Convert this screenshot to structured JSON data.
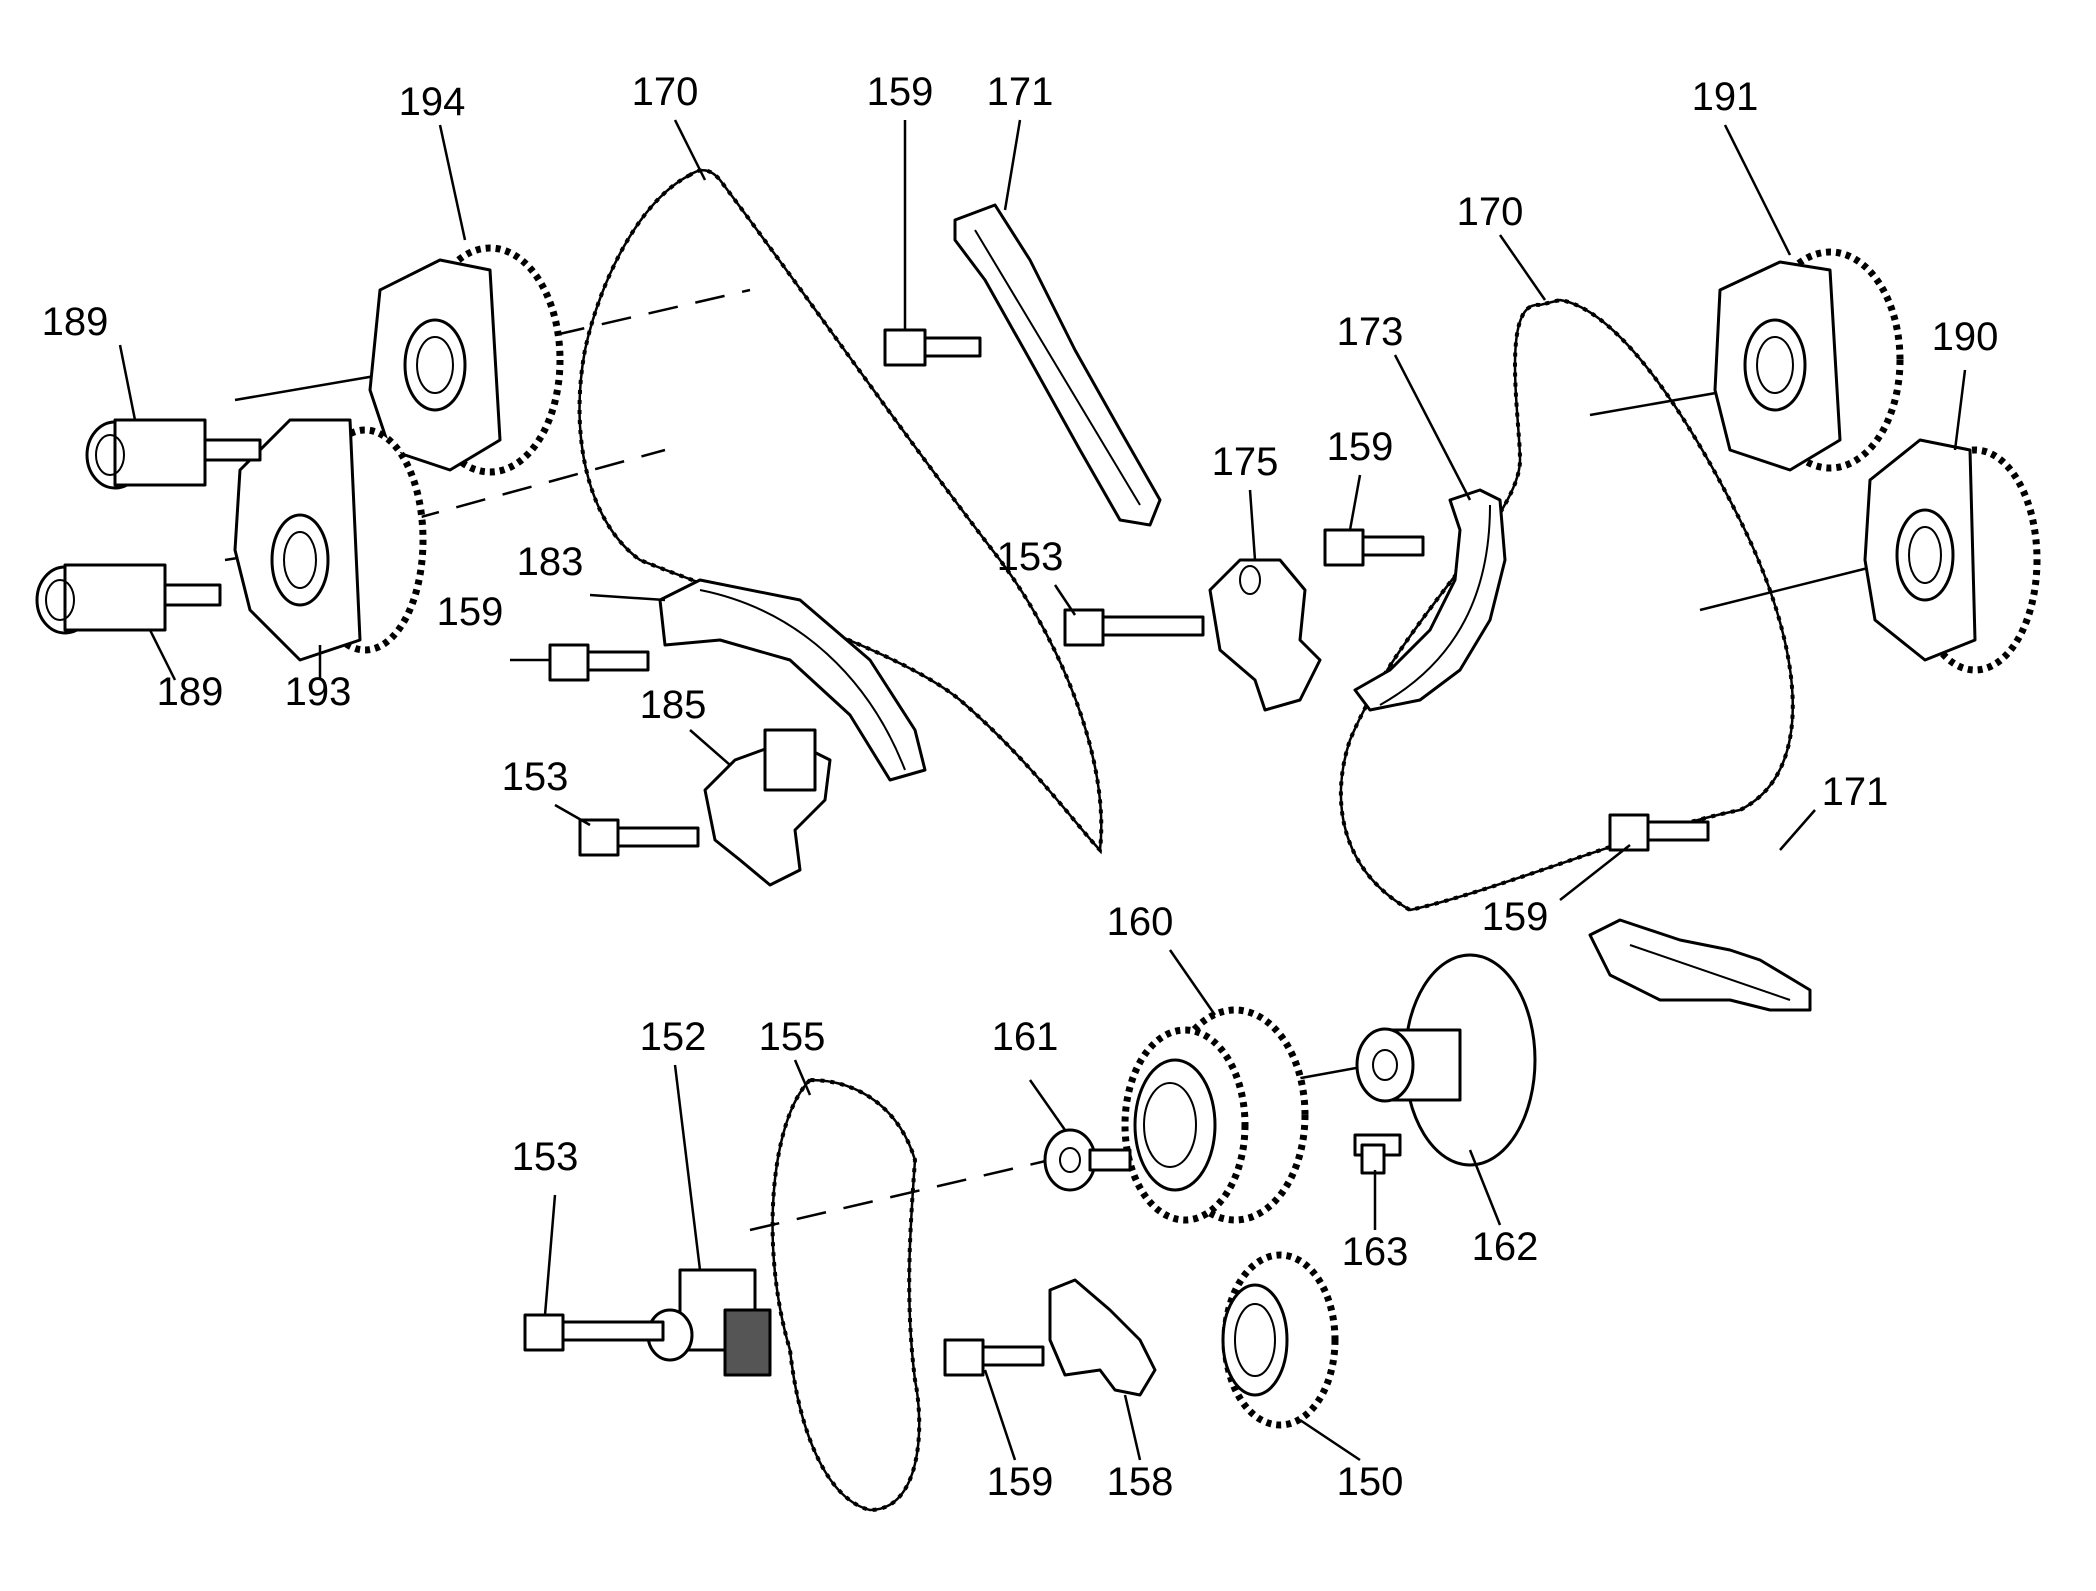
{
  "diagram": {
    "callouts": {
      "p194": "194",
      "p170a": "170",
      "p159a": "159",
      "p171a": "171",
      "p191": "191",
      "p170b": "170",
      "p189a": "189",
      "p173": "173",
      "p190": "190",
      "p175": "175",
      "p159b": "159",
      "p183": "183",
      "p153a": "153",
      "p159c": "159",
      "p189b": "189",
      "p193": "193",
      "p185": "185",
      "p153b": "153",
      "p171b": "171",
      "p159d": "159",
      "p160": "160",
      "p152": "152",
      "p155": "155",
      "p161": "161",
      "p153c": "153",
      "p163": "163",
      "p162": "162",
      "p159e": "159",
      "p158": "158",
      "p150": "150"
    }
  }
}
